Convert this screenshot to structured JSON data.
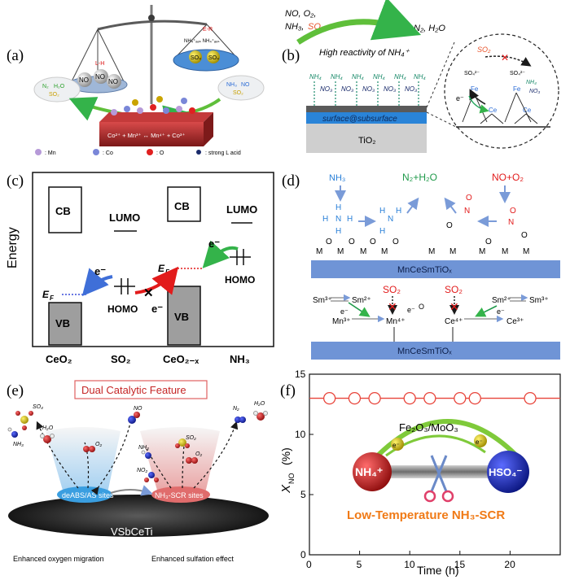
{
  "panels": {
    "a": {
      "label": "(a)",
      "left_pan": {
        "cap": "L-H",
        "molecules": [
          "NO",
          "NO",
          "NO"
        ]
      },
      "right_pan": {
        "cap": "E-R",
        "nh4": "NH₄⁺ₐₔₛ NH₄⁺ₐₔₛ",
        "molecules": [
          "SO₄",
          "SO₄"
        ]
      },
      "left_gas": {
        "n2": "N₂",
        "h2o": "H₂O",
        "so2": "SO₂"
      },
      "right_gas": {
        "nh3": "NH₃",
        "no": "NO",
        "so2": "SO₂"
      },
      "cube_text": "Co²⁺ + Mn³⁺ ↔ Mn⁴⁺ + Co³⁺",
      "legend": {
        "mn": ": Mn",
        "co": ": Co",
        "o": ": O",
        "acid": ": strong L acid"
      }
    },
    "b": {
      "label": "(b)",
      "reactants": "NO, O₂,",
      "reactants2_nh3": "NH₃,",
      "reactants2_so2": "SO₂",
      "products": "N₂, H₂O",
      "arc_text": "High reactivity of NH₄⁺",
      "nh4": "NH₄",
      "no3": "NO₃",
      "surface": "surface@subsurface",
      "tio2": "TiO₂",
      "zoom": {
        "so2": "SO₂",
        "so4": "SO₄²⁻",
        "fe": "Fe",
        "ce": "Ce",
        "nh4": "NH₄",
        "no3": "NO₃",
        "e": "e⁻",
        "o": "O"
      }
    },
    "c": {
      "label": "(c)",
      "y_axis": "Energy",
      "cb": "CB",
      "vb": "VB",
      "lumo": "LUMO",
      "homo": "HOMO",
      "ef": "E",
      "ef_sub": "F",
      "e": "e⁻",
      "x_labels": [
        "CeO₂",
        "SO₂",
        "CeO₂₋ₓ",
        "NH₃"
      ]
    },
    "d": {
      "label": "(d)",
      "nh3": "NH₃",
      "products": "N₂+H₂O",
      "no_o2": "NO+O₂",
      "substrate": "MnCeSmTiOₓ",
      "so2": "SO₂",
      "ions": {
        "sm3": "Sm³⁺",
        "sm2": "Sm²⁺",
        "mn3": "Mn³⁺",
        "mn4": "Mn⁴⁺",
        "ce4": "Ce⁴⁺",
        "ce3": "Ce³⁺"
      },
      "atoms": {
        "h": "H",
        "n": "N",
        "o": "O",
        "m": "M",
        "e": "e⁻"
      }
    },
    "e": {
      "label": "(e)",
      "title": "Dual Catalytic Feature",
      "left_site": "deABS/AS sites",
      "right_site": "NH₃-SCR sites",
      "base": "VSbCeTi",
      "caption_left": "Enhanced oxygen migration",
      "caption_right": "Enhanced sulfation effect",
      "molecules": {
        "so4": "SO₄",
        "nh3": "NH₃",
        "h2o": "H₂O",
        "no": "NO",
        "o2": "O₂",
        "so2": "SO₂",
        "n2": "N₂",
        "no2": "NO₂"
      }
    },
    "f": {
      "label": "(f)",
      "ion_left": "NH₄⁺",
      "ion_right": "HSO₄⁻",
      "catalyst": "Fe₂O₃/MoO₃",
      "electron": "e⁻",
      "caption": "Low-Temperature NH₃-SCR"
    }
  },
  "chart_data": {
    "type": "line",
    "title": "",
    "xlabel": "Time (h)",
    "ylabel": "X",
    "ylabel_sub": "NO",
    "ylabel_unit": "(%)",
    "xlim": [
      0,
      25
    ],
    "ylim": [
      0,
      15
    ],
    "xticks": [
      0,
      5,
      10,
      15,
      20
    ],
    "yticks": [
      0,
      5,
      10,
      15
    ],
    "grid": false,
    "series": [
      {
        "name": "",
        "x": [
          2,
          4.5,
          6.5,
          10,
          12,
          15,
          16.5,
          22
        ],
        "y": [
          13,
          13,
          13,
          13,
          13,
          13,
          13,
          13
        ]
      }
    ],
    "reference_line": 13,
    "colors": {
      "series": "#e8443a"
    }
  }
}
